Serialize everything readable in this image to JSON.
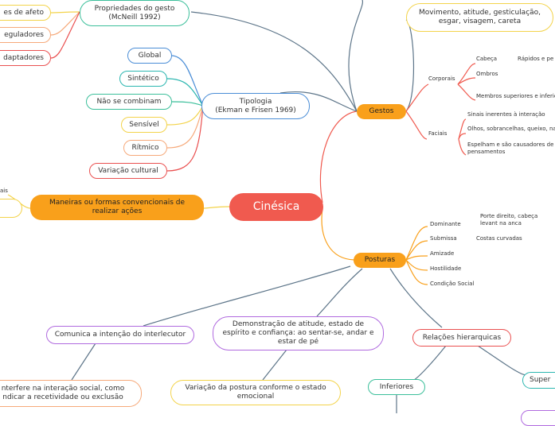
{
  "central": "Cinésica",
  "top_left": {
    "props": "Propriedades do gesto\n(McNeill 1992)",
    "afeto": "es de afeto",
    "reguladores": "eguladores",
    "adaptadores": "daptadores"
  },
  "tipologia": {
    "label": "Tipologia\n(Ekman e Frisen 1969)",
    "items": [
      "Global",
      "Sintético",
      "Não se combinam",
      "Sensível",
      "Rítmico",
      "Variação cultural"
    ]
  },
  "left": {
    "maneiras": "Maneiras ou formas convencionais de realizar ações",
    "ais": "ais"
  },
  "gestos": {
    "label": "Gestos",
    "movimento": "Movimento, atitude, gesticulação, esgar, visagem, careta",
    "corporais": "Corporais",
    "cabeca": "Cabeça",
    "rapidos": "Rápidos e pe",
    "ombros": "Ombros",
    "membros": "Membros superiores e inferio",
    "faciais": "Faciais",
    "sinais": "Sinais inerentes à interação",
    "olhos": "Olhos, sobrancelhas, queixo, na",
    "espelham": "Espelham e são causadores de pensamentos"
  },
  "posturas": {
    "label": "Posturas",
    "dominante": "Dominante",
    "porte": "Porte direito, cabeça levant na anca",
    "submissa": "Submissa",
    "costas": "Costas curvadas",
    "amizade": "Amizade",
    "hostilidade": "Hostilidade",
    "condicao": "Condição Social",
    "comunica": "Comunica a intenção do interlecutor",
    "interfere": "nterfere na interação social, como ndicar a recetividade ou exclusão",
    "demonstracao": "Demonstração de atitude, estado de espírito e confiança: ao sentar-se, andar e estar de pé",
    "variacao": "Variação da postura conforme o estado emocional",
    "relacoes": "Relações hierarquicas",
    "inferiores": "Inferiores",
    "super": "Super"
  },
  "colors": {
    "central": "#f05a4f",
    "orange": "#f9a01b",
    "blue": "#4a8dd6",
    "teal": "#2bb6b0",
    "green": "#3bbf9a",
    "yellow": "#f3d34a",
    "peach": "#f6a97a",
    "red": "#ea5050",
    "purple": "#b06adf",
    "slate": "#5d7589"
  }
}
